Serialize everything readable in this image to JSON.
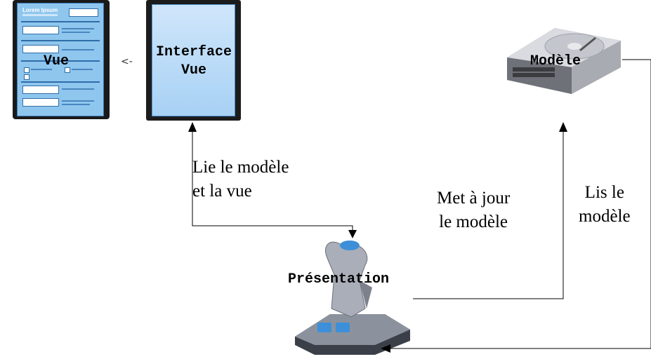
{
  "nodes": {
    "vue": {
      "label": "Vue",
      "form_title": "Lorem Ipsum"
    },
    "interface_vue": {
      "line1": "Interface",
      "line2": "Vue"
    },
    "modele": {
      "label": "Modèle"
    },
    "presentation": {
      "label": "Présentation"
    }
  },
  "small_arrow": "<-",
  "edges": {
    "lie": {
      "line1": "Lie le modèle",
      "line2": "et la vue"
    },
    "met": {
      "line1": "Met à jour",
      "line2": "le modèle"
    },
    "lis": {
      "line1": "Lis le",
      "line2": "modèle"
    }
  },
  "colors": {
    "screen_blue": "#8ec6ee",
    "tablet_blue": "#a8d1f4",
    "joystick_blue": "#3c8fd8",
    "line": "#000000"
  }
}
